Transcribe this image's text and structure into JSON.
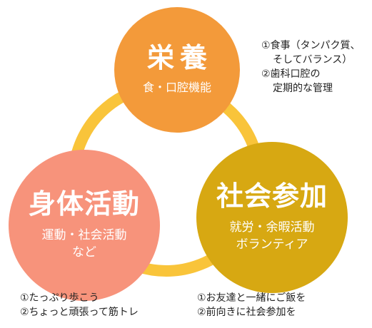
{
  "nutrition": {
    "title": "栄養",
    "subtitle": "食・口腔機能",
    "notes": [
      "①食事（タンパク質、",
      "そしてバランス）",
      "②歯科口腔の",
      "定期的な管理"
    ]
  },
  "physical": {
    "title": "身体活動",
    "subtitle_lines": [
      "運動・社会活動",
      "など"
    ],
    "notes": [
      "①たっぷり歩こう",
      "②ちょっと頑張って筋トレ"
    ]
  },
  "social": {
    "title": "社会参加",
    "subtitle_lines": [
      "就労・余暇活動",
      "ボランティア"
    ],
    "notes": [
      "①お友達と一緒にご飯を",
      "②前向きに社会参加を"
    ]
  },
  "colors": {
    "nutrition": "#f39a3a",
    "physical": "#f7937b",
    "social": "#d7a812",
    "ring": "#f9c43a"
  }
}
